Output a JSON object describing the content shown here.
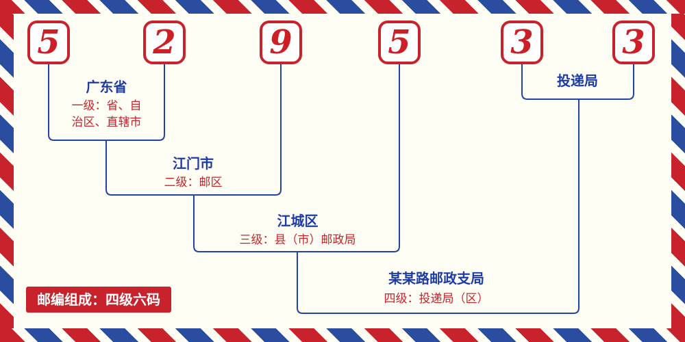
{
  "colors": {
    "bg": "#FFFEF4",
    "stripe_red": "#C8232C",
    "stripe_blue": "#2A4DA0",
    "accent_red": "#C8232C",
    "digit_red": "#CC2026",
    "label_blue": "#1C3BA6",
    "line_blue": "#2243A6",
    "badge_text": "#FFFFFF"
  },
  "postal_code": {
    "value": "529533",
    "digits": [
      "5",
      "2",
      "9",
      "5",
      "3",
      "3"
    ]
  },
  "levels": [
    {
      "name": "广东省",
      "desc_lines": [
        "一级：省、自",
        "治区、直辖市"
      ]
    },
    {
      "name": "江门市",
      "desc_lines": [
        "二级：邮区"
      ]
    },
    {
      "name": "江城区",
      "desc_lines": [
        "三级：县（市）邮政局"
      ]
    },
    {
      "name": "某某路邮政支局",
      "desc_lines": [
        "四级：投递局（区）"
      ]
    },
    {
      "name": "投递局",
      "desc_lines": []
    }
  ],
  "footer": {
    "composition_label": "邮编组成：四级六码"
  }
}
